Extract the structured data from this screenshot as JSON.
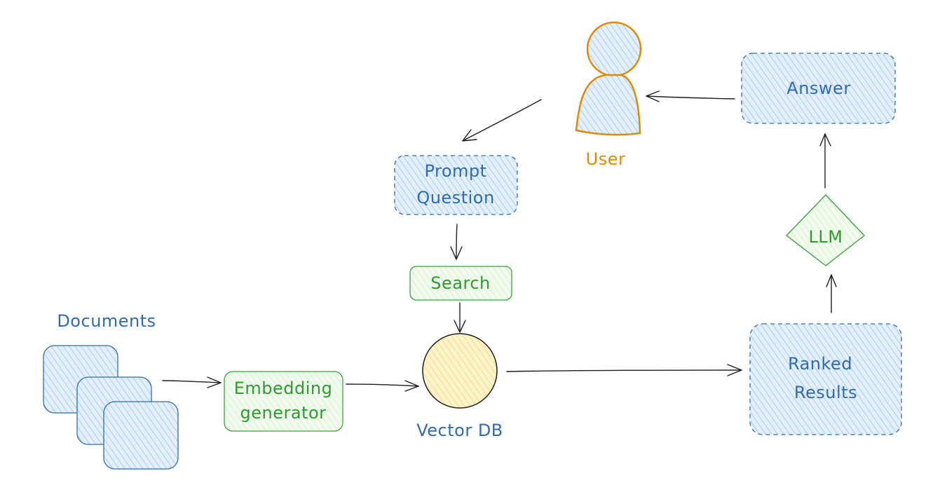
{
  "nodes": {
    "documents": {
      "label": "Documents"
    },
    "embedding": {
      "line1": "Embedding",
      "line2": "generator"
    },
    "vector_db": {
      "label": "Vector DB"
    },
    "search": {
      "label": "Search"
    },
    "prompt": {
      "line1": "Prompt",
      "line2": "Question"
    },
    "user": {
      "label": "User"
    },
    "answer": {
      "label": "Answer"
    },
    "llm": {
      "label": "LLM"
    },
    "ranked": {
      "line1": "Ranked",
      "line2": "Results"
    }
  },
  "edges": [
    {
      "from": "documents",
      "to": "embedding"
    },
    {
      "from": "embedding",
      "to": "vector_db"
    },
    {
      "from": "user",
      "to": "prompt"
    },
    {
      "from": "prompt",
      "to": "search"
    },
    {
      "from": "search",
      "to": "vector_db"
    },
    {
      "from": "vector_db",
      "to": "ranked"
    },
    {
      "from": "ranked",
      "to": "llm"
    },
    {
      "from": "llm",
      "to": "answer"
    },
    {
      "from": "answer",
      "to": "user"
    }
  ],
  "colors": {
    "blue_stroke": "#2f6bb3",
    "blue_fill": "#cfe4f7",
    "blue_text": "#2f6bb3",
    "green_stroke": "#3aa53a",
    "green_fill": "#e8f6e3",
    "green_text": "#2f9a2f",
    "orange_stroke": "#e08a00",
    "orange_text": "#e08a00",
    "yellow_fill": "#fde9a6",
    "arrow": "#1e1e1e"
  }
}
